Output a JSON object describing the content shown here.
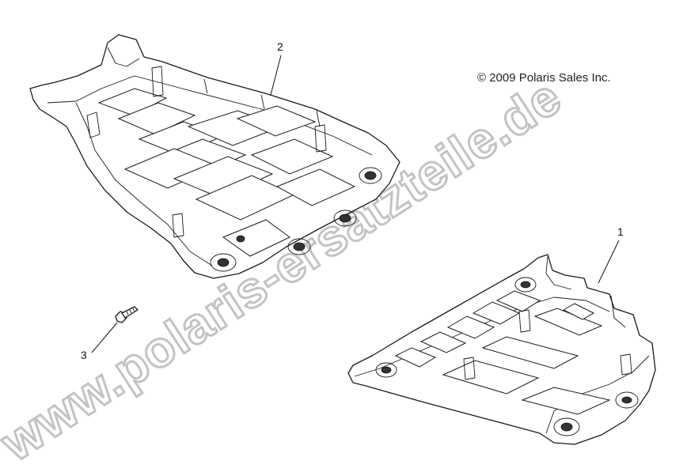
{
  "copyright": "© 2009 Polaris Sales Inc.",
  "watermark": "www.polaris-ersatzteile.de",
  "callouts": {
    "part1": "1",
    "part2": "2",
    "part3": "3"
  },
  "parts": [
    {
      "number": "1",
      "icon": "skid-plate-rear"
    },
    {
      "number": "2",
      "icon": "skid-plate-front"
    },
    {
      "number": "3",
      "icon": "bolt"
    }
  ]
}
